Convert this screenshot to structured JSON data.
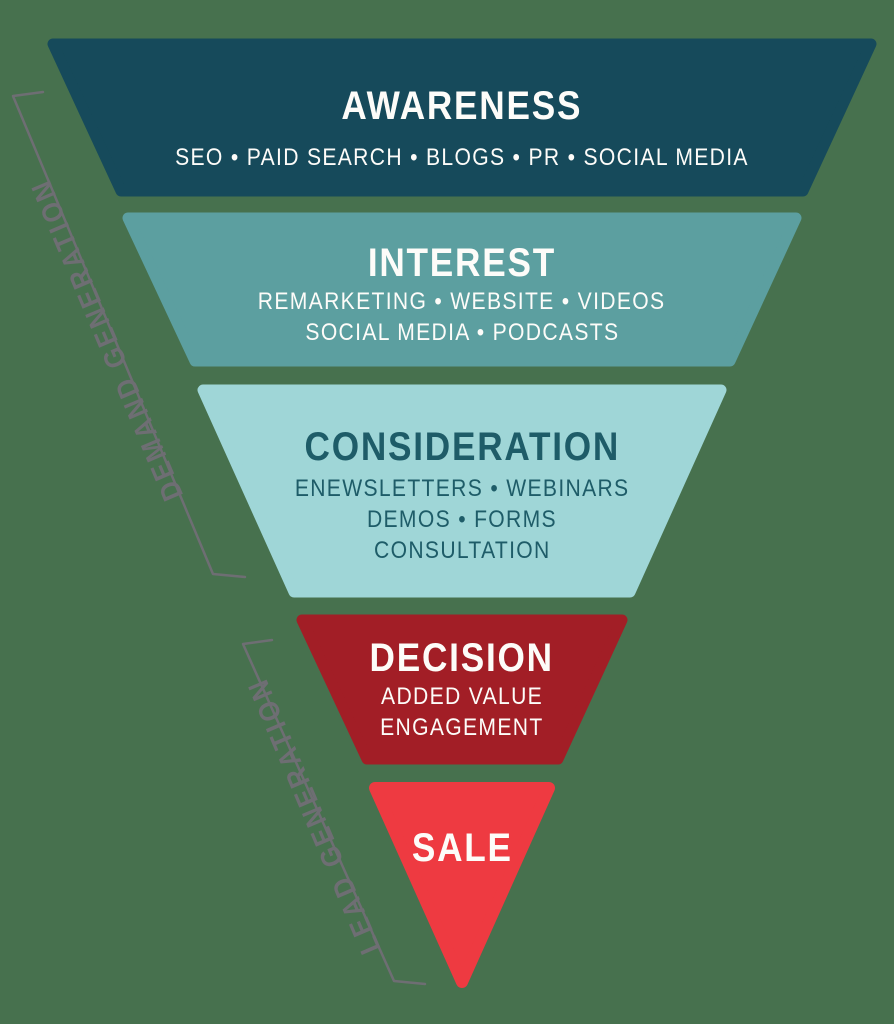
{
  "background_color": "#47714e",
  "funnel": {
    "segments": [
      {
        "id": "awareness",
        "title": "AWARENESS",
        "lines": [
          "SEO  •  PAID SEARCH  •  BLOGS  •  PR  •  SOCIAL MEDIA"
        ],
        "fill": "#164a5b",
        "text_color": "#fdfcf9"
      },
      {
        "id": "interest",
        "title": "INTEREST",
        "lines": [
          "REMARKETING  •  WEBSITE  •  VIDEOS",
          "SOCIAL MEDIA  •  PODCASTS"
        ],
        "fill": "#5c9fa0",
        "text_color": "#fdfcf9"
      },
      {
        "id": "consideration",
        "title": "CONSIDERATION",
        "lines": [
          "ENEWSLETTERS • WEBINARS",
          "DEMOS • FORMS",
          "CONSULTATION"
        ],
        "fill": "#9fd6d7",
        "text_color": "#1e5c68"
      },
      {
        "id": "decision",
        "title": "DECISION",
        "lines": [
          "ADDED VALUE",
          "ENGAGEMENT"
        ],
        "fill": "#a21e26",
        "text_color": "#fdfcf9"
      },
      {
        "id": "sale",
        "title": "SALE",
        "lines": [],
        "fill": "#ee3a41",
        "text_color": "#fdfcf9"
      }
    ]
  },
  "side_labels": [
    {
      "text": "DEMAND GENERATION",
      "color": "#6e6e73"
    },
    {
      "text": "LEAD GENERATION",
      "color": "#6e6e73"
    }
  ]
}
